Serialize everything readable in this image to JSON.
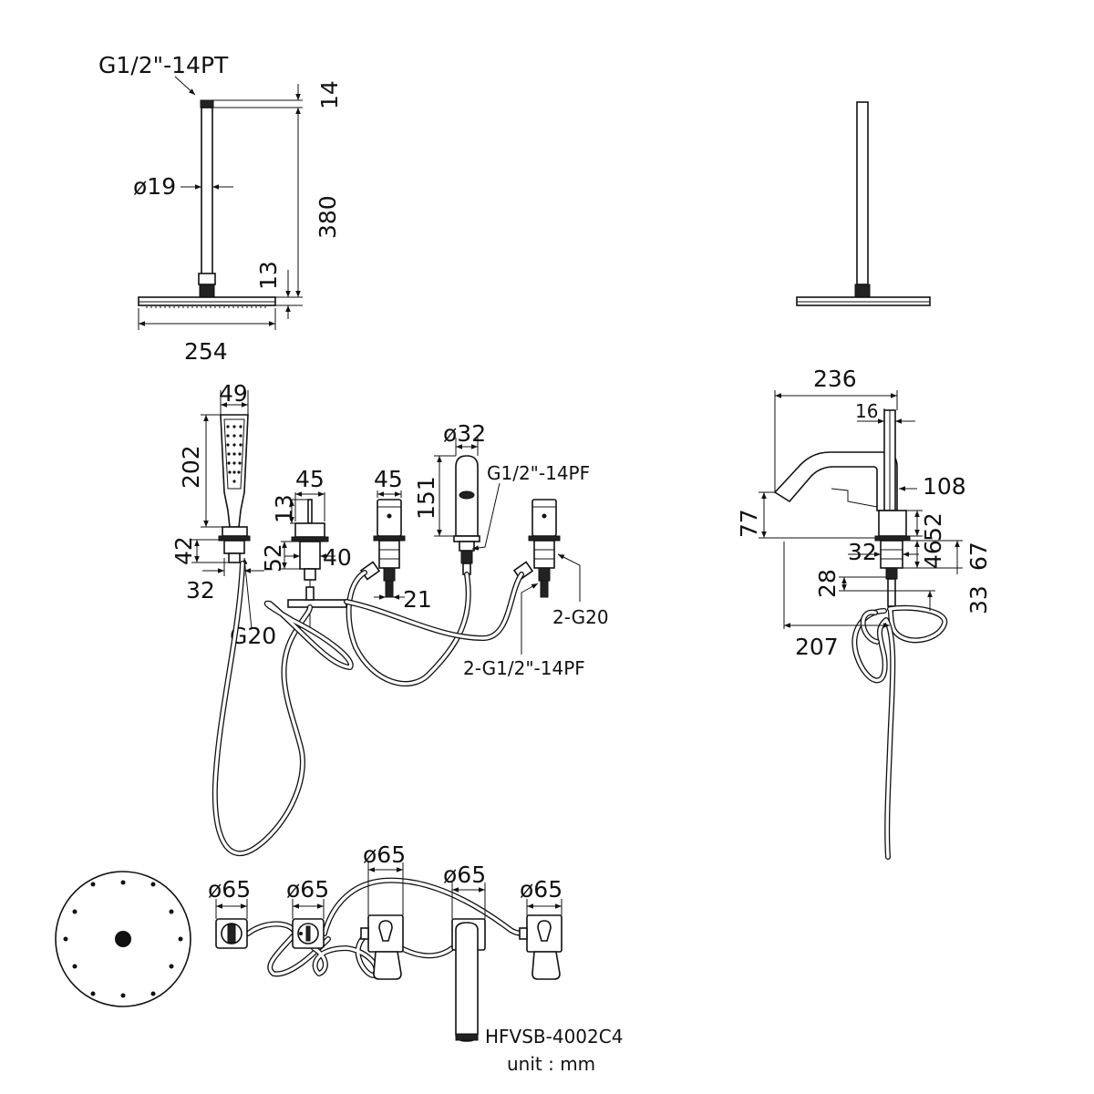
{
  "shower_arm": {
    "thread_label": "G1/2\"-14PT",
    "pipe_diameter": "ø19",
    "top_dim": "14",
    "length_dim": "380",
    "head_thickness": "13",
    "head_width": "254"
  },
  "hand_shower": {
    "width": "49",
    "height": "202",
    "holder_height": "42",
    "base_dia": "32",
    "thread": "G20"
  },
  "diverter": {
    "width": "45",
    "top": "13",
    "height": "52",
    "base": "40"
  },
  "valve": {
    "width": "45",
    "shank": "21"
  },
  "spout": {
    "dia": "ø32",
    "height": "151",
    "thread": "G1/2\"-14PF"
  },
  "connections": {
    "hose_thread": "2-G20",
    "valve_thread": "2-G1/2\"-14PF"
  },
  "side_view": {
    "reach": "236",
    "offset": "16",
    "height_108": "108",
    "height_77": "77",
    "dim_52": "52",
    "dim_32": "32",
    "dim_46": "46",
    "dim_67": "67",
    "dim_28": "28",
    "dim_33": "33",
    "reach_207": "207"
  },
  "plan_view": {
    "dia_1": "ø65",
    "dia_2": "ø65",
    "dia_3": "ø65",
    "dia_4": "ø65",
    "dia_5": "ø65"
  },
  "footer": {
    "model": "HFVSB-4002C4",
    "unit": "unit : mm"
  }
}
